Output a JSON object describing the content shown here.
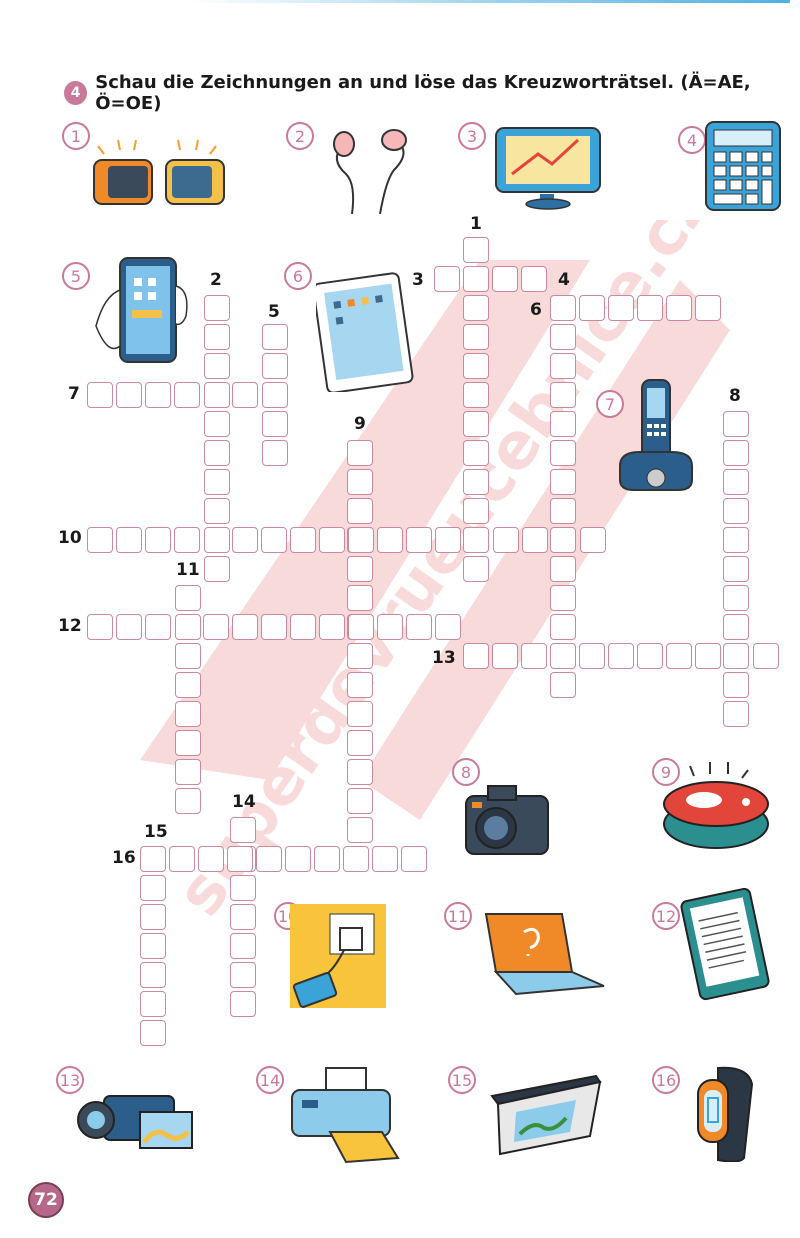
{
  "task": {
    "number": "4",
    "instruction": "Schau die Zeichnungen an und löse das Kreuzworträtsel. (Ä=AE, Ö=OE)"
  },
  "clue_numbers": [
    "1",
    "2",
    "3",
    "4",
    "5",
    "6",
    "7",
    "8",
    "9",
    "10",
    "11",
    "12",
    "13",
    "14",
    "15",
    "16"
  ],
  "pictures": [
    {
      "label": "1",
      "icon": "speakers-icon"
    },
    {
      "label": "2",
      "icon": "earphones-icon"
    },
    {
      "label": "3",
      "icon": "gps-navigator-icon"
    },
    {
      "label": "4",
      "icon": "calculator-icon"
    },
    {
      "label": "5",
      "icon": "smartphone-icon"
    },
    {
      "label": "6",
      "icon": "tablet-icon"
    },
    {
      "label": "7",
      "icon": "cordless-phone-icon"
    },
    {
      "label": "8",
      "icon": "camera-icon"
    },
    {
      "label": "9",
      "icon": "robot-vacuum-icon"
    },
    {
      "label": "10",
      "icon": "charger-icon"
    },
    {
      "label": "11",
      "icon": "laptop-icon"
    },
    {
      "label": "12",
      "icon": "ebook-reader-icon"
    },
    {
      "label": "13",
      "icon": "video-camera-icon"
    },
    {
      "label": "14",
      "icon": "printer-icon"
    },
    {
      "label": "15",
      "icon": "scanner-icon"
    },
    {
      "label": "16",
      "icon": "fitness-tracker-icon"
    }
  ],
  "watermark": "superdevrueucebnice.cz",
  "page_number": "72",
  "colors": {
    "accent": "#c97a9a",
    "cell_border": "#c9899e",
    "watermark": "#e23a3a"
  }
}
